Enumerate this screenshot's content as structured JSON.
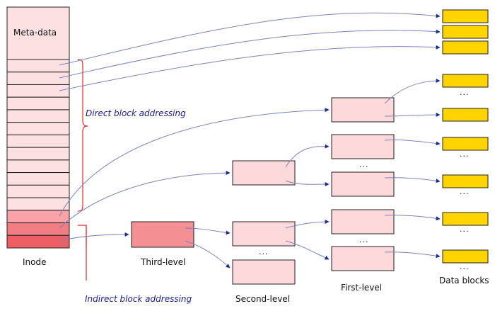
{
  "labels": {
    "metadata": "Meta-data",
    "inode": "Inode",
    "third_level": "Third-level",
    "second_level": "Second-level",
    "first_level": "First-level",
    "data_blocks": "Data blocks",
    "direct": "Direct block addressing",
    "indirect": "Indirect block addressing",
    "ellipsis": "..."
  },
  "colors": {
    "inode_fill": "#fde0e2",
    "inode_indirect_1": "#f7a3a8",
    "inode_indirect_2": "#f27c83",
    "inode_indirect_3": "#ee5e66",
    "table_fill": "#fdd9dc",
    "third_fill": "#f48f94",
    "data_fill": "#ffd400",
    "arrow": "#7b84b8",
    "arrowhead": "#1f2a8a",
    "brace": "#e02a2a"
  },
  "inode_slot_count": 15
}
